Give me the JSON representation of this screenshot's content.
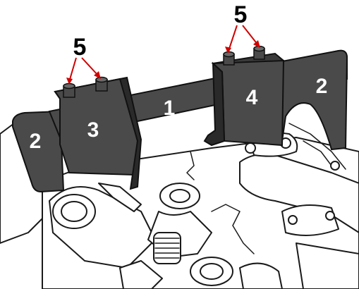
{
  "diagram": {
    "labels": {
      "tool_bar": "1",
      "end_plate_left": "2",
      "end_plate_right": "2",
      "block_intake": "3",
      "block_exhaust": "4",
      "pins_left": "5",
      "pins_right": "5"
    },
    "colors": {
      "tool": "#4a4a4a",
      "tool_dark": "#2a2a2a",
      "tool_face": "#5a5a5a",
      "engine_line": "#1a1a1a",
      "engine_fill": "#ffffff",
      "callout_line": "#d00000",
      "label_text_on_tool": "#ffffff",
      "label_text_callout": "#000000"
    }
  }
}
